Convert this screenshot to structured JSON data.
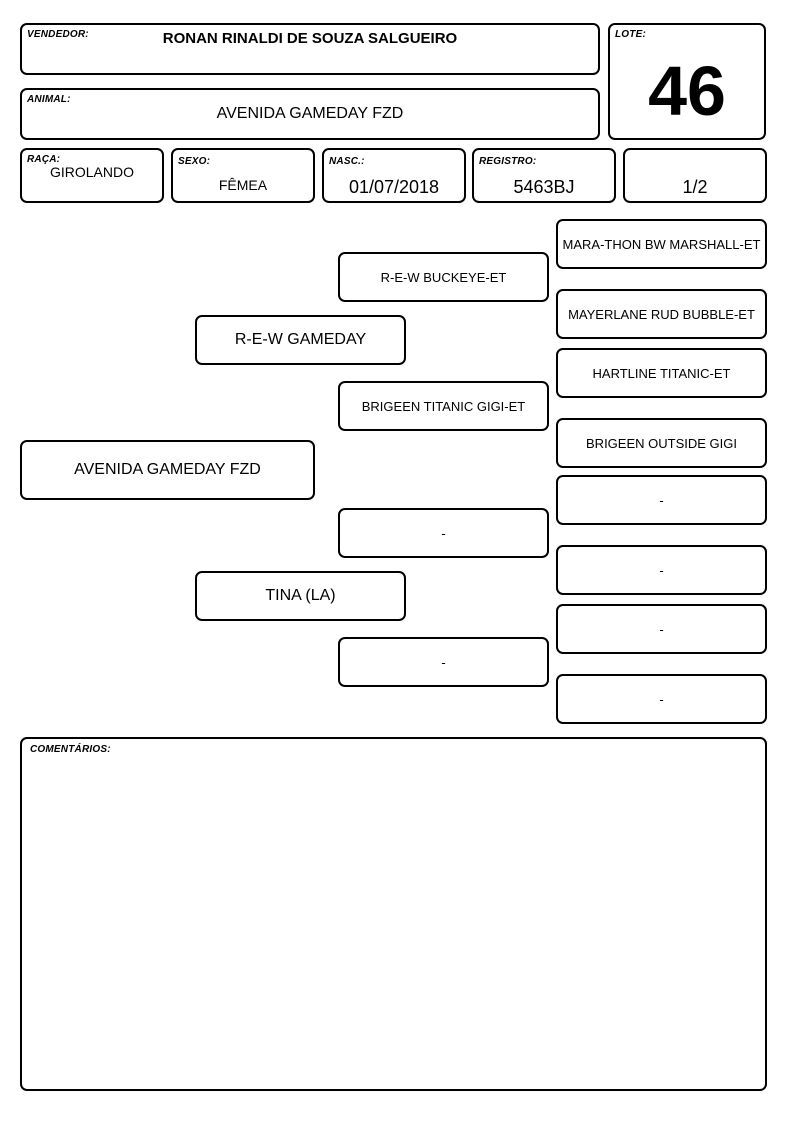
{
  "header": {
    "vendedor_label": "VENDEDOR:",
    "vendedor": "RONAN RINALDI DE SOUZA SALGUEIRO",
    "lote_label": "LOTE:",
    "lote": "46",
    "animal_label": "ANIMAL:",
    "animal": "AVENIDA GAMEDAY FZD"
  },
  "info": {
    "raca_label": "RAÇA:",
    "raca": "GIROLANDO",
    "sexo_label": "SEXO:",
    "sexo": "FÊMEA",
    "nasc_label": "NASC.:",
    "nasc": "01/07/2018",
    "registro_label": "REGISTRO:",
    "registro": "5463BJ",
    "grau": "1/2"
  },
  "pedigree": {
    "animal": "AVENIDA GAMEDAY FZD",
    "sire": "R-E-W GAMEDAY",
    "dam": "TINA (LA)",
    "sire_sire": "R-E-W BUCKEYE-ET",
    "sire_dam": "BRIGEEN TITANIC GIGI-ET",
    "dam_sire": "-",
    "dam_dam": "-",
    "sss": "MARA-THON BW MARSHALL-ET",
    "ssd": "MAYERLANE RUD BUBBLE-ET",
    "sds": "HARTLINE TITANIC-ET",
    "sdd": "BRIGEEN OUTSIDE GIGI",
    "dss": "-",
    "dsd": "-",
    "dds": "-",
    "ddd": "-"
  },
  "comments": {
    "label": "COMENTÁRIOS:"
  }
}
